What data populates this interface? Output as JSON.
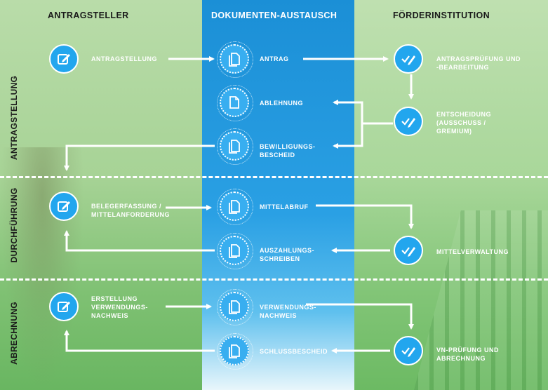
{
  "columns": {
    "left": "ANTRAGSTELLER",
    "middle": "DOKUMENTEN-AUSTAUSCH",
    "right": "FÖRDERINSTITUTION"
  },
  "phases": [
    "ANTRAGSTELLUNG",
    "DURCHFÜHRUNG",
    "ABRECHNUNG"
  ],
  "nodes": {
    "antragstellung": "ANTRAGSTELLUNG",
    "antrag": "ANTRAG",
    "antragspruefung": "ANTRAGSPRÜFUNG UND\n-BEARBEITUNG",
    "ablehnung": "ABLEHNUNG",
    "entscheidung": "ENTSCHEIDUNG\n(AUSSCHUSS /\nGREMIUM)",
    "bewilligungsbescheid": "BEWILLIGUNGS-\nBESCHEID",
    "belegerfassung": "BELEGERFASSUNG /\nMITTELANFORDERUNG",
    "mittelabruf": "MITTELABRUF",
    "auszahlungsschreiben": "AUSZAHLUNGS-\nSCHREIBEN",
    "mittelverwaltung": "MITTELVERWALTUNG",
    "erstellung_vn": "ERSTELLUNG\nVERWENDUNGS-\nNACHWEIS",
    "verwendungsnachweis": "VERWENDUNGS-\nNACHWEIS",
    "schlussbescheid": "SCHLUSSBESCHEID",
    "vn_pruefung": "VN-PRÜFUNG UND\nABRECHNUNG"
  },
  "icons": {
    "applicant": "edit-icon",
    "document": "document-icon",
    "institution": "check-pen-icon"
  },
  "colors": {
    "left_column": "#a7d396",
    "middle_column": "#1b8fd6",
    "right_column": "#a9d79a",
    "node_fill": "#22a6ee",
    "lines": "#ffffff",
    "column_heading_left": "#1a1a1a",
    "column_heading_middle": "#ffffff",
    "column_heading_right": "#1a1a1a"
  }
}
